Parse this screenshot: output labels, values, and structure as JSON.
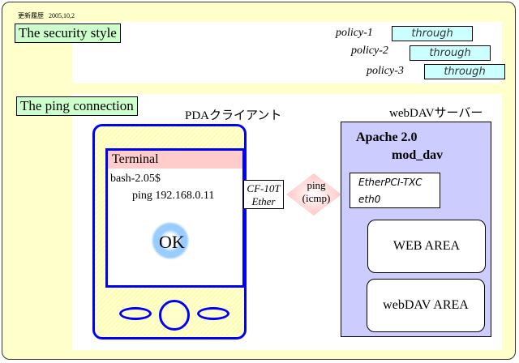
{
  "header": {
    "label": "更新履歴",
    "date": "2005,10,2"
  },
  "sections": {
    "security": {
      "title": "The security style",
      "policies": [
        {
          "name": "policy-1",
          "value": "through"
        },
        {
          "name": "policy-2",
          "value": "through"
        },
        {
          "name": "policy-3",
          "value": "through"
        }
      ]
    },
    "ping": {
      "title": "The ping connection",
      "client": {
        "title": "PDAクライアント",
        "terminal_title": "Terminal",
        "prompt": "bash-2.05$",
        "command": "ping 192.168.0.11",
        "result": "OK",
        "nic_line1": "CF-10T",
        "nic_line2": "Ether"
      },
      "protocol": {
        "line1": "ping",
        "line2": "(icmp)"
      },
      "server": {
        "title": "webDAVサーバー",
        "software_line1": "Apache 2.0",
        "software_line2": "mod_dav",
        "nic_name": "EtherPCI-TXC",
        "nic_if": "eth0",
        "areas": [
          "WEB AREA",
          "webDAV AREA"
        ]
      }
    }
  },
  "colors": {
    "background": "#ffffcc",
    "section_label": "#ccffcc",
    "policy_box": "#ccffff",
    "device_border": "#0000ff",
    "terminal_bar": "#ffcccc",
    "server_bg": "#ccccff"
  }
}
